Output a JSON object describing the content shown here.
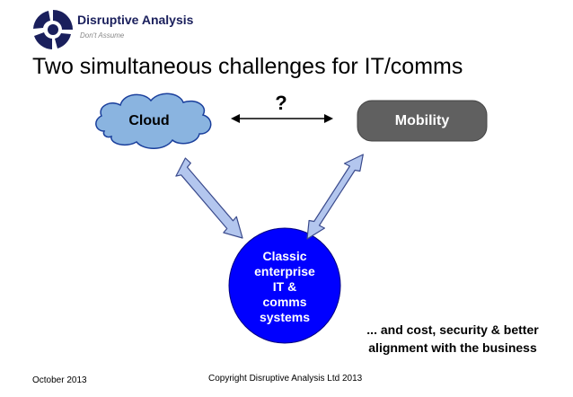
{
  "header": {
    "company": "Disruptive Analysis",
    "tagline": "Don't Assume"
  },
  "slide": {
    "title": "Two simultaneous challenges for IT/comms"
  },
  "diagram": {
    "cloud_label": "Cloud",
    "mobility_label": "Mobility",
    "question_mark": "?",
    "classic_lines": [
      "Classic",
      "enterprise",
      "IT &",
      "comms",
      "systems"
    ],
    "note_lines": [
      "... and cost, security & better",
      "alignment with the business"
    ]
  },
  "footer": {
    "date": "October 2013",
    "copyright": "Copyright Disruptive Analysis Ltd 2013"
  },
  "colors": {
    "cloud_fill": "#8ab4e0",
    "mobility_fill": "#606060",
    "classic_fill": "#0000ff",
    "arrow_fill": "#b3c6ee",
    "logo_navy": "#1a1f5c"
  }
}
